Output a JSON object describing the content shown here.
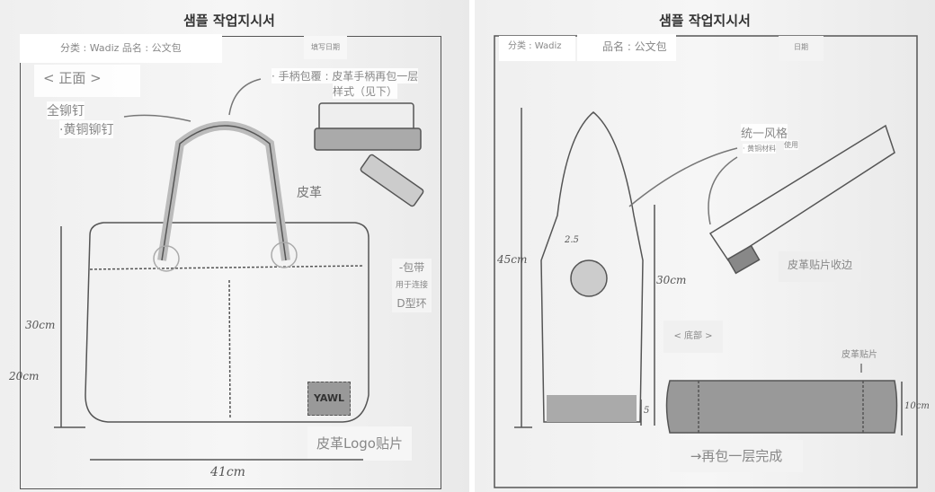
{
  "left_sheet": {
    "title": "샘플 작업지시서",
    "category_name": "分类 : Wadiz 品名 : 公文包",
    "date_label": "填写日期",
    "view_label": "< 正面 >",
    "handle_note_1": "· 手柄包覆 : 皮革手柄再包一层",
    "handle_note_2": "样式（见下）",
    "rivet_note_1": "全铆钉",
    "rivet_note_2": "·黄铜铆钉",
    "leather_label": "皮革",
    "strap_note_1": "-包带",
    "strap_note_2": "用于连接",
    "strap_note_3": "D型环",
    "dim_height": "30cm",
    "dim_depth": "20cm",
    "dim_width": "41cm",
    "logo_text": "YAWL",
    "logo_note": "皮革Logo贴片"
  },
  "right_sheet": {
    "title": "샘플 작업지시서",
    "category": "分类 : Wadiz",
    "product_name": "品名 : 公文包",
    "date_label": "日期",
    "style_note": "统一风格",
    "brass_note": "· 黄铜材料",
    "use_note": "使用",
    "edge_note": "皮革贴片收边",
    "dim_total_height": "45cm",
    "dim_body_height": "30cm",
    "dim_handle": "2.5",
    "dim_base": "5",
    "bottom_view_label": "< 底部 >",
    "leather_patch": "皮革贴片",
    "dim_bottom": "10cm",
    "wrap_note": "→再包一层完成"
  }
}
